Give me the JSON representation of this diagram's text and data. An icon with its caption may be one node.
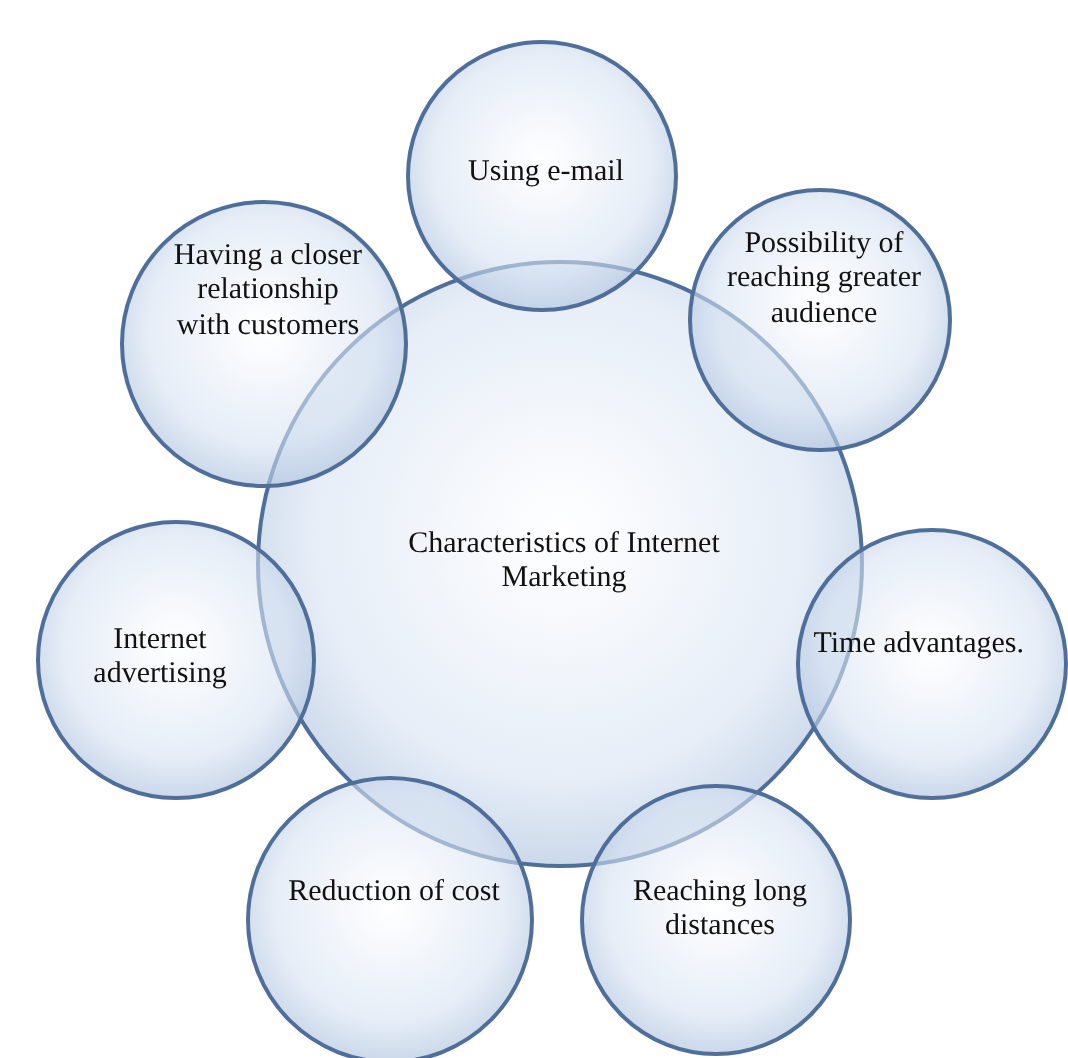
{
  "diagram": {
    "nodes": [
      {
        "text": [
          "Characteristics of Internet Marketing"
        ]
      },
      {
        "text": [
          "Using e-mail"
        ]
      },
      {
        "text": [
          "Possibility of reaching greater audience"
        ]
      },
      {
        "text": [
          "Time advantages."
        ]
      },
      {
        "text": [
          "Reaching long distances"
        ]
      },
      {
        "text": [
          "Reduction of cost"
        ]
      },
      {
        "text": [
          "Internet advertising"
        ]
      },
      {
        "text": [
          "Having a closer relationship with customers"
        ]
      }
    ]
  }
}
